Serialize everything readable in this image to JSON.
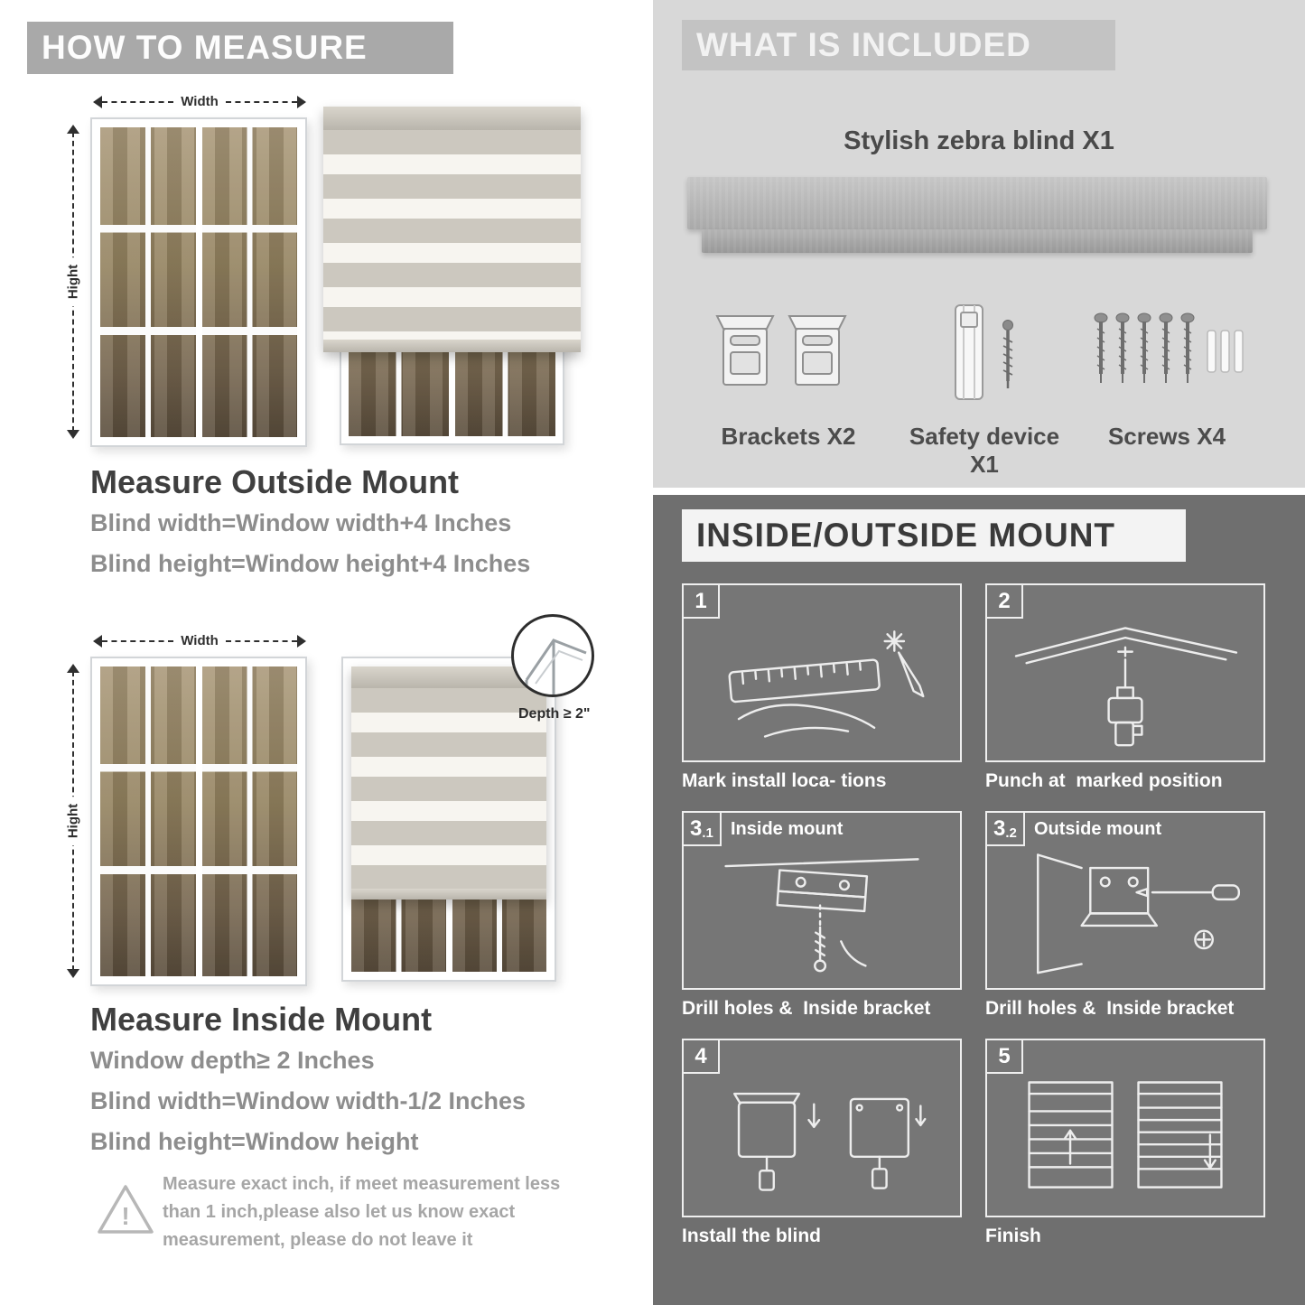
{
  "colors": {
    "left_banner_gray": "#a9a9a9",
    "included_panel_bg": "#d8d8d8",
    "included_banner_bg": "#c3c3c3",
    "mount_panel_bg": "#6f6f6f",
    "heading_dark": "#3f3f3f",
    "body_gray": "#8d8d8d"
  },
  "measure": {
    "header": "HOW TO MEASURE",
    "width_label": "Width",
    "height_label": "Hight",
    "outside": {
      "title": "Measure Outside Mount",
      "lines": [
        "Blind width=Window width+4 Inches",
        "Blind height=Window height+4 Inches"
      ]
    },
    "inside": {
      "depth_label": "Depth ≥ 2\"",
      "title": "Measure Inside Mount",
      "lines": [
        "Window depth≥ 2 Inches",
        "Blind width=Window width-1/2 Inches",
        "Blind height=Window height"
      ]
    },
    "warning_mark": "!",
    "note": "Measure exact inch, if meet measurement less than 1 inch,please also let us know exact measurement, please do not leave it"
  },
  "included": {
    "header": "WHAT IS INCLUDED",
    "blind_label": "Stylish zebra blind X1",
    "items": [
      {
        "label": "Brackets X2"
      },
      {
        "label": "Safety device X1"
      },
      {
        "label": "Screws X4"
      }
    ]
  },
  "mount": {
    "header": "INSIDE/OUTSIDE MOUNT",
    "steps": [
      {
        "num": "1",
        "sub": "",
        "title": "",
        "caption": "Mark install loca- tions"
      },
      {
        "num": "2",
        "sub": "",
        "title": "",
        "caption": "Punch at  marked position"
      },
      {
        "num": "3",
        "sub": ".1",
        "title": "Inside mount",
        "caption": "Drill holes &  Inside bracket"
      },
      {
        "num": "3",
        "sub": ".2",
        "title": "Outside mount",
        "caption": "Drill holes &  Inside bracket"
      },
      {
        "num": "4",
        "sub": "",
        "title": "",
        "caption": "Install the blind"
      },
      {
        "num": "5",
        "sub": "",
        "title": "",
        "caption": "Finish"
      }
    ]
  }
}
